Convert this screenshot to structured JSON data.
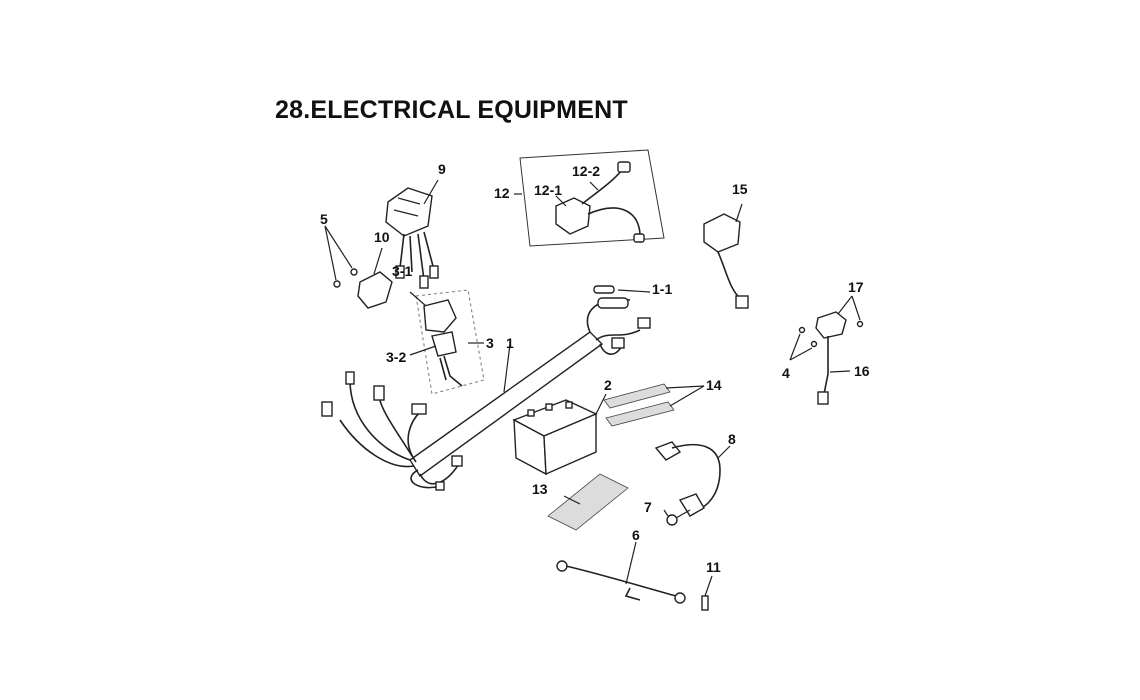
{
  "title": "28.ELECTRICAL EQUIPMENT",
  "callouts": {
    "p1": "1",
    "p1_1": "1-1",
    "p2": "2",
    "p3": "3",
    "p3_1": "3-1",
    "p3_2": "3-2",
    "p4": "4",
    "p5": "5",
    "p6": "6",
    "p7": "7",
    "p8": "8",
    "p9": "9",
    "p10": "10",
    "p11": "11",
    "p12": "12",
    "p12_1": "12-1",
    "p12_2": "12-2",
    "p13": "13",
    "p14": "14",
    "p15": "15",
    "p16": "16",
    "p17": "17"
  }
}
